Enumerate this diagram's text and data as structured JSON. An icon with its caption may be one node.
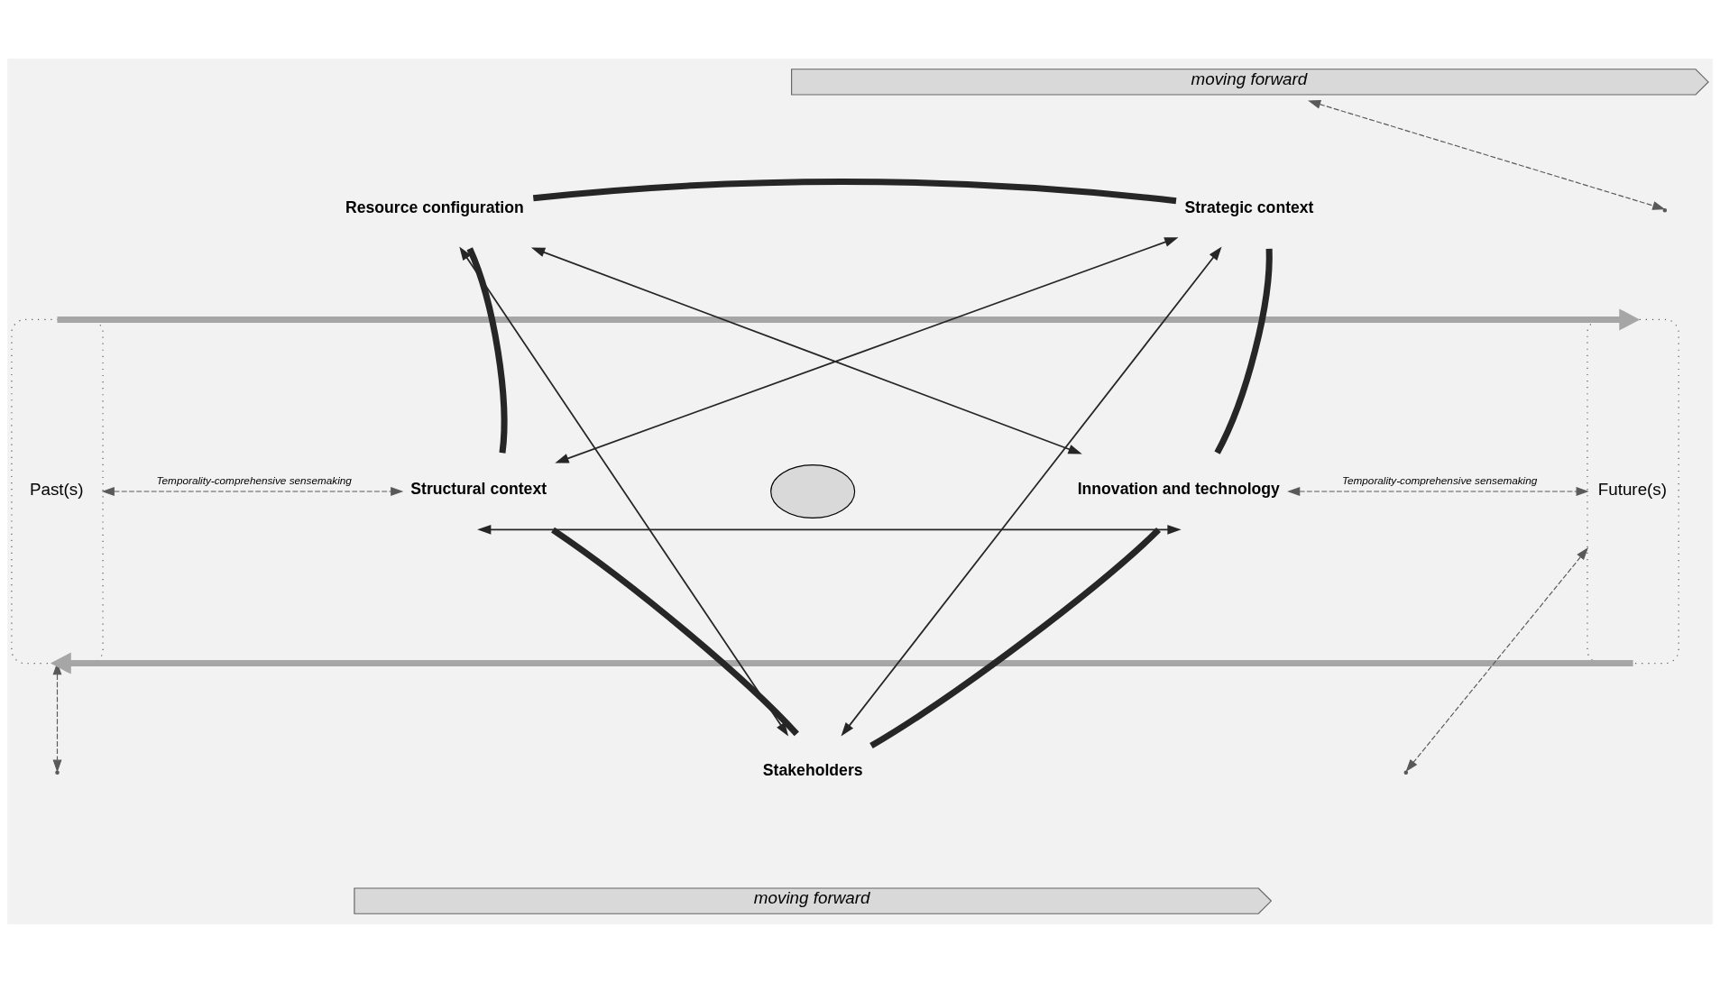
{
  "diagram": {
    "nodes": [
      {
        "text": [
          "moving forward"
        ]
      },
      {
        "text": [
          "Past(s)"
        ]
      },
      {
        "text": [
          "Future(s)"
        ]
      },
      {
        "text": [
          "Resource configuration"
        ]
      },
      {
        "text": [
          "Strategic context"
        ]
      },
      {
        "text": [
          "Structural context"
        ]
      },
      {
        "text": [
          "Innovation and technology"
        ]
      },
      {
        "text": [
          "Stakeholders"
        ]
      },
      {
        "text": [],
        "shape": "ellipse"
      },
      {
        "text": [
          "moving forward"
        ]
      }
    ],
    "edges": [
      {
        "from": 3,
        "to": 4,
        "arrow": "none",
        "style": "thick"
      },
      {
        "from": 4,
        "to": 6,
        "arrow": "none",
        "style": "thick"
      },
      {
        "from": 6,
        "to": 7,
        "arrow": "none",
        "style": "thick"
      },
      {
        "from": 7,
        "to": 5,
        "arrow": "none",
        "style": "thick"
      },
      {
        "from": 5,
        "to": 3,
        "arrow": "none",
        "style": "thick"
      },
      {
        "from": 3,
        "to": 7,
        "arrow": "both"
      },
      {
        "from": 3,
        "to": 6,
        "arrow": "both"
      },
      {
        "from": 4,
        "to": 5,
        "arrow": "both"
      },
      {
        "from": 4,
        "to": 7,
        "arrow": "both"
      },
      {
        "from": 5,
        "to": 6,
        "arrow": "both"
      },
      {
        "from": 1,
        "to": 5,
        "arrow": "both",
        "style": "dashed",
        "label": "Temporality-comprehensive sensemaking",
        "color": "#595959"
      },
      {
        "from": 6,
        "to": 2,
        "arrow": "both",
        "style": "dashed",
        "label": "Temporality-comprehensive sensemaking",
        "color": "#595959"
      },
      {
        "from": 0,
        "to": null,
        "arrow": "both",
        "style": "dashed",
        "color": "#595959"
      },
      {
        "from": 1,
        "to": null,
        "arrow": "both",
        "style": "dashed",
        "color": "#595959"
      },
      {
        "from": 2,
        "to": null,
        "arrow": "both",
        "style": "dashed",
        "color": "#595959"
      },
      {
        "from": 1,
        "to": 2,
        "arrow": "to",
        "style": "thick",
        "color": "#a6a6a6"
      },
      {
        "from": 2,
        "to": 1,
        "arrow": "to",
        "style": "thick",
        "color": "#a6a6a6"
      }
    ]
  }
}
